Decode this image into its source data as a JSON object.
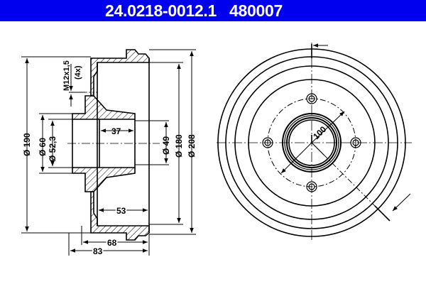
{
  "header": {
    "part_number": "24.0218-0012.1",
    "reference_number": "480007",
    "background_color": "#0000ee",
    "text_color": "#ffffff"
  },
  "section_view": {
    "dimensions": {
      "thread": "M12x1,5",
      "thread_count": "(4x)",
      "outer_diameter_left": "Ø 190",
      "hub_diameter": "Ø 60",
      "bore_diameter": "Ø 52,3",
      "bore_depth": "37",
      "inner_hub_diameter": "Ø 49",
      "drum_inner_diameter": "Ø 180",
      "drum_outer_diameter": "Ø 208",
      "inner_depth": "53",
      "drum_height": "68",
      "total_height": "83"
    }
  },
  "front_view": {
    "bolt_circle": "100",
    "bolt_holes": 4
  }
}
